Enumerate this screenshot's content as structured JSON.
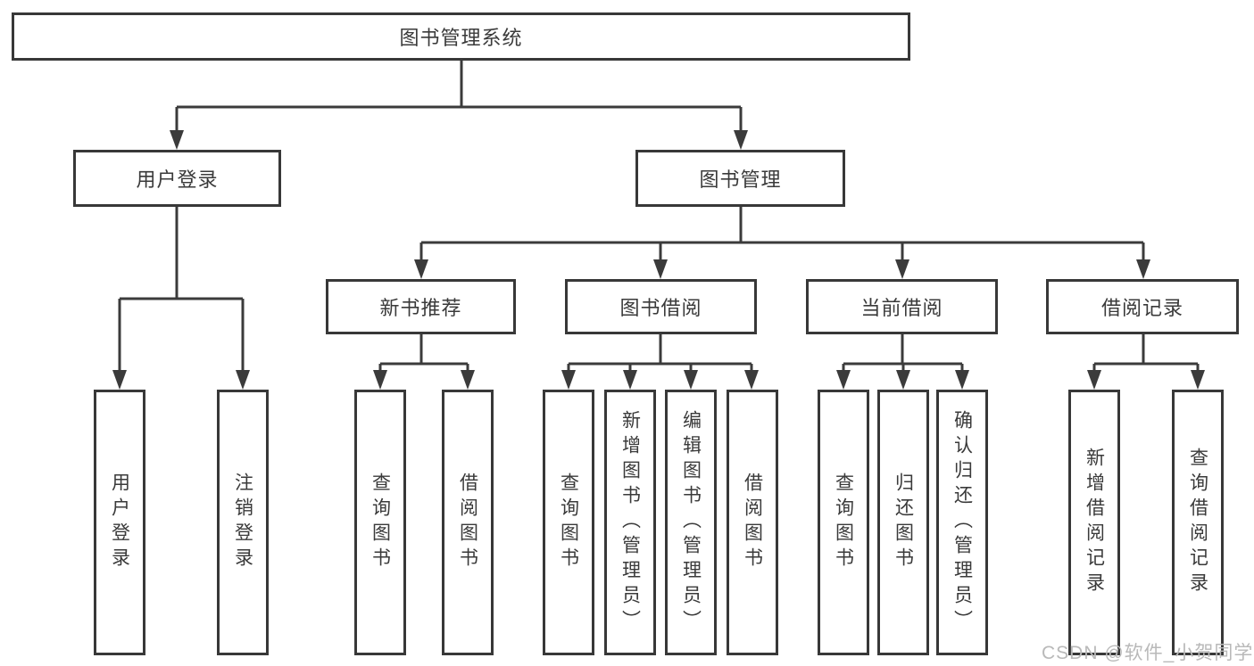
{
  "diagram": {
    "title": "图书管理系统",
    "login_branch": {
      "label": "用户登录",
      "children": [
        "用户登录",
        "注销登录"
      ]
    },
    "mgmt_branch": {
      "label": "图书管理"
    },
    "modules": [
      {
        "label": "新书推荐",
        "children": [
          "查询图书",
          "借阅图书"
        ]
      },
      {
        "label": "图书借阅",
        "children": [
          "查询图书",
          "新增图书（管理员）",
          "编辑图书（管理员）",
          "借阅图书"
        ]
      },
      {
        "label": "当前借阅",
        "children": [
          "查询图书",
          "归还图书",
          "确认归还（管理员）"
        ]
      },
      {
        "label": "借阅记录",
        "children": [
          "新增借阅记录",
          "查询借阅记录"
        ]
      }
    ],
    "watermark": "CSDN @软件_小贺同学"
  },
  "colors": {
    "line": "#3b3b3b",
    "text": "#3a3a3a",
    "background": "#ffffff",
    "watermark": "#b9b9b9"
  }
}
